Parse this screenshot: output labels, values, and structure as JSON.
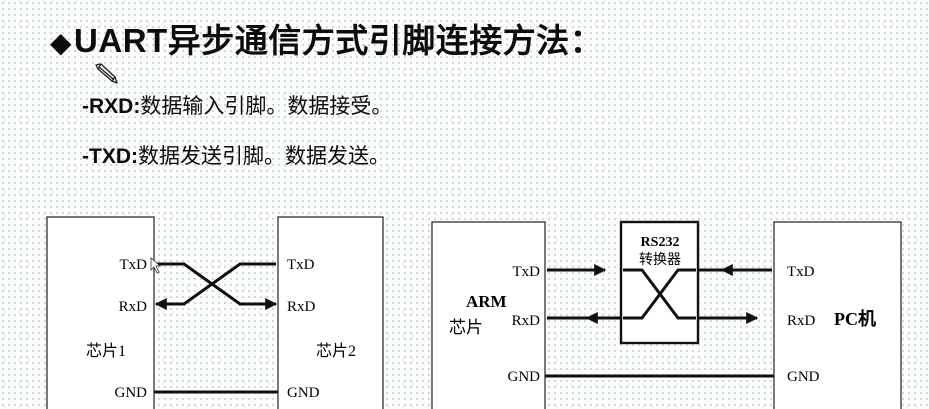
{
  "heading": {
    "marker": "◆",
    "text": "UART异步通信方式引脚连接方法",
    "colon": "："
  },
  "bullets": [
    {
      "key": "-RXD:",
      "text": "数据输入引脚。数据接受。"
    },
    {
      "key": "-TXD:",
      "text": "数据发送引脚。数据发送。"
    }
  ],
  "diagram_left": {
    "chip_a": {
      "txd": "TxD",
      "rxd": "RxD",
      "name": "芯片1",
      "gnd": "GND"
    },
    "chip_b": {
      "txd": "TxD",
      "rxd": "RxD",
      "name": "芯片2",
      "gnd": "GND"
    }
  },
  "diagram_right": {
    "arm": {
      "title": "ARM",
      "subtitle": "芯片",
      "txd": "TxD",
      "rxd": "RxD",
      "gnd": "GND"
    },
    "converter": {
      "title": "RS232",
      "subtitle": "转换器"
    },
    "pc": {
      "title": "PC机",
      "txd": "TxD",
      "rxd": "RxD",
      "gnd": "GND"
    }
  }
}
